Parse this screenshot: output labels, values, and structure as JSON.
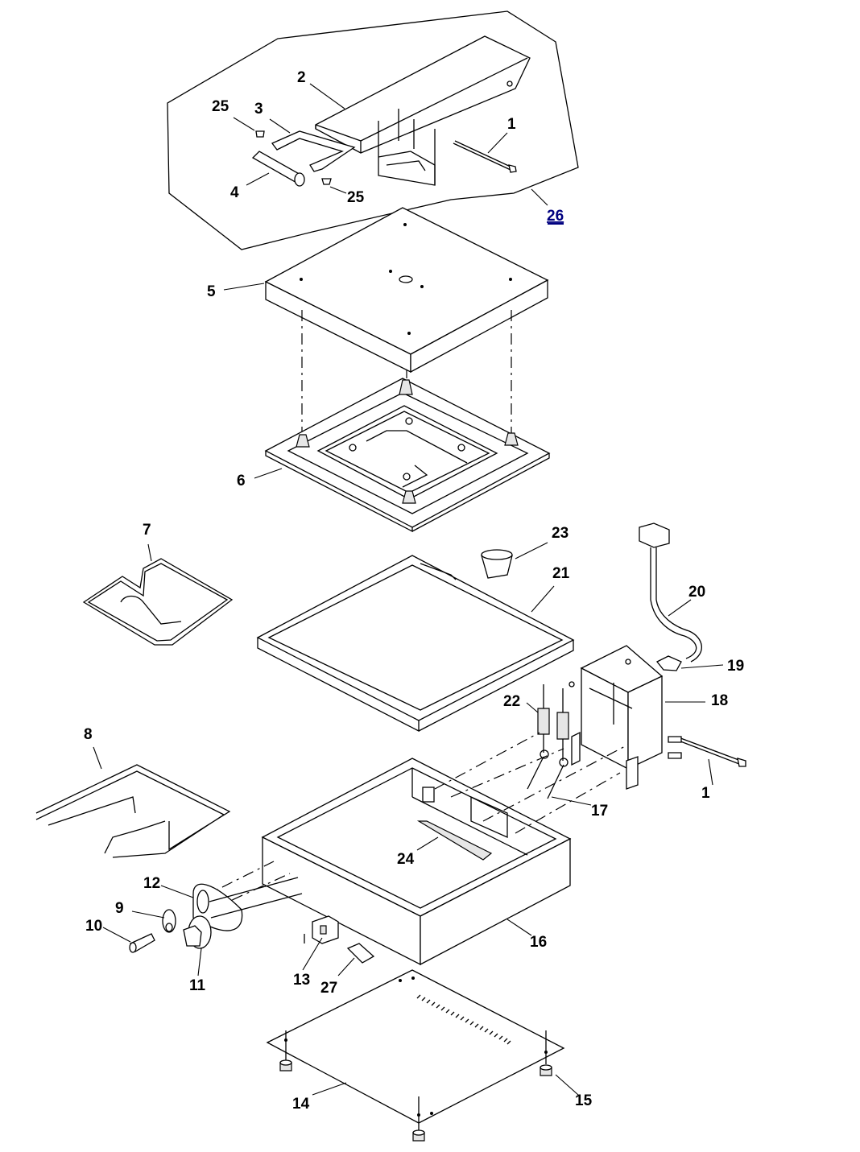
{
  "labels": {
    "p1a": "1",
    "p1b": "1",
    "p2": "2",
    "p3": "3",
    "p4": "4",
    "p5": "5",
    "p6": "6",
    "p7": "7",
    "p8": "8",
    "p9": "9",
    "p10": "10",
    "p11": "11",
    "p12": "12",
    "p13": "13",
    "p14": "14",
    "p15": "15",
    "p16": "16",
    "p17": "17",
    "p18": "18",
    "p19": "19",
    "p20": "20",
    "p21": "21",
    "p22": "22",
    "p23": "23",
    "p24": "24",
    "p25a": "25",
    "p25b": "25",
    "p26": "26",
    "p27": "27"
  },
  "colors": {
    "line": "#000000",
    "link": "#000080",
    "shade": "#e6e6e6"
  }
}
